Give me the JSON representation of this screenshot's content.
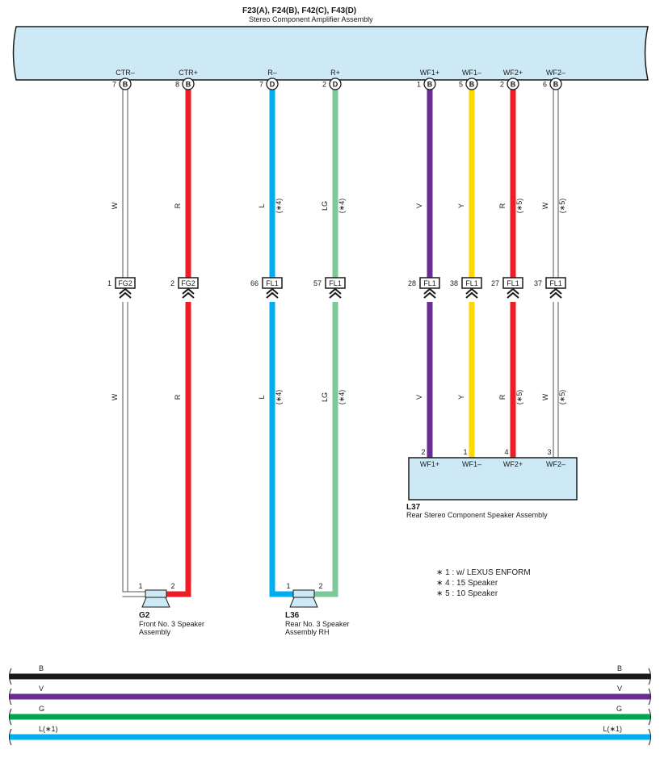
{
  "amplifier": {
    "connector_codes": "F23(A), F24(B), F42(C), F43(D)",
    "name": "Stereo Component Amplifier Assembly",
    "fill": "#cce9f5"
  },
  "wires": [
    {
      "id": "w1",
      "pin_label": "CTR–",
      "pin_no": "7",
      "conn": "B",
      "color_code": "W",
      "color": "#ffffff",
      "jc_pin": "1",
      "jc": "FG2",
      "end_pin": "1",
      "note_top": "",
      "note_bot": ""
    },
    {
      "id": "w2",
      "pin_label": "CTR+",
      "pin_no": "8",
      "conn": "B",
      "color_code": "R",
      "color": "#ee1c25",
      "jc_pin": "2",
      "jc": "FG2",
      "end_pin": "2",
      "note_top": "",
      "note_bot": ""
    },
    {
      "id": "w3",
      "pin_label": "R–",
      "pin_no": "7",
      "conn": "D",
      "color_code": "L",
      "color": "#00aeef",
      "jc_pin": "66",
      "jc": "FL1",
      "end_pin": "1",
      "note_top": "(∗4)",
      "note_bot": "(∗4)"
    },
    {
      "id": "w4",
      "pin_label": "R+",
      "pin_no": "2",
      "conn": "D",
      "color_code": "LG",
      "color": "#7ec89a",
      "jc_pin": "57",
      "jc": "FL1",
      "end_pin": "2",
      "note_top": "(∗4)",
      "note_bot": "(∗4)"
    },
    {
      "id": "w5",
      "pin_label": "WF1+",
      "pin_no": "1",
      "conn": "B",
      "color_code": "V",
      "color": "#6a2e91",
      "jc_pin": "28",
      "jc": "FL1",
      "end_pin": "2",
      "note_top": "",
      "note_bot": ""
    },
    {
      "id": "w6",
      "pin_label": "WF1–",
      "pin_no": "5",
      "conn": "B",
      "color_code": "Y",
      "color": "#ffd800",
      "jc_pin": "38",
      "jc": "FL1",
      "end_pin": "1",
      "note_top": "",
      "note_bot": ""
    },
    {
      "id": "w7",
      "pin_label": "WF2+",
      "pin_no": "2",
      "conn": "B",
      "color_code": "R",
      "color": "#ee1c25",
      "jc_pin": "27",
      "jc": "FL1",
      "end_pin": "4",
      "note_top": "(∗5)",
      "note_bot": "(∗5)"
    },
    {
      "id": "w8",
      "pin_label": "WF2–",
      "pin_no": "6",
      "conn": "B",
      "color_code": "W",
      "color": "#ffffff",
      "jc_pin": "37",
      "jc": "FL1",
      "end_pin": "3",
      "note_top": "(∗5)",
      "note_bot": "(∗5)"
    }
  ],
  "g2": {
    "code": "G2",
    "name_line1": "Front No.  3 Speaker",
    "name_line2": "Assembly"
  },
  "l36": {
    "code": "L36",
    "name_line1": "Rear No.  3 Speaker",
    "name_line2": "Assembly RH"
  },
  "l37": {
    "code": "L37",
    "name": "Rear Stereo Component Speaker Assembly",
    "pins": [
      "WF1+",
      "WF1–",
      "WF2+",
      "WF2–"
    ],
    "fill": "#cce9f5"
  },
  "notes": [
    "∗ 1 : w/ LEXUS ENFORM",
    "∗ 4 : 15 Speaker",
    "∗ 5 : 10 Speaker"
  ],
  "legend": [
    {
      "label": "B",
      "color": "#1a1a1a"
    },
    {
      "label": "V",
      "color": "#6a2e91"
    },
    {
      "label": "G",
      "color": "#00a651"
    },
    {
      "label": "L(∗1)",
      "color": "#00aeef"
    }
  ]
}
